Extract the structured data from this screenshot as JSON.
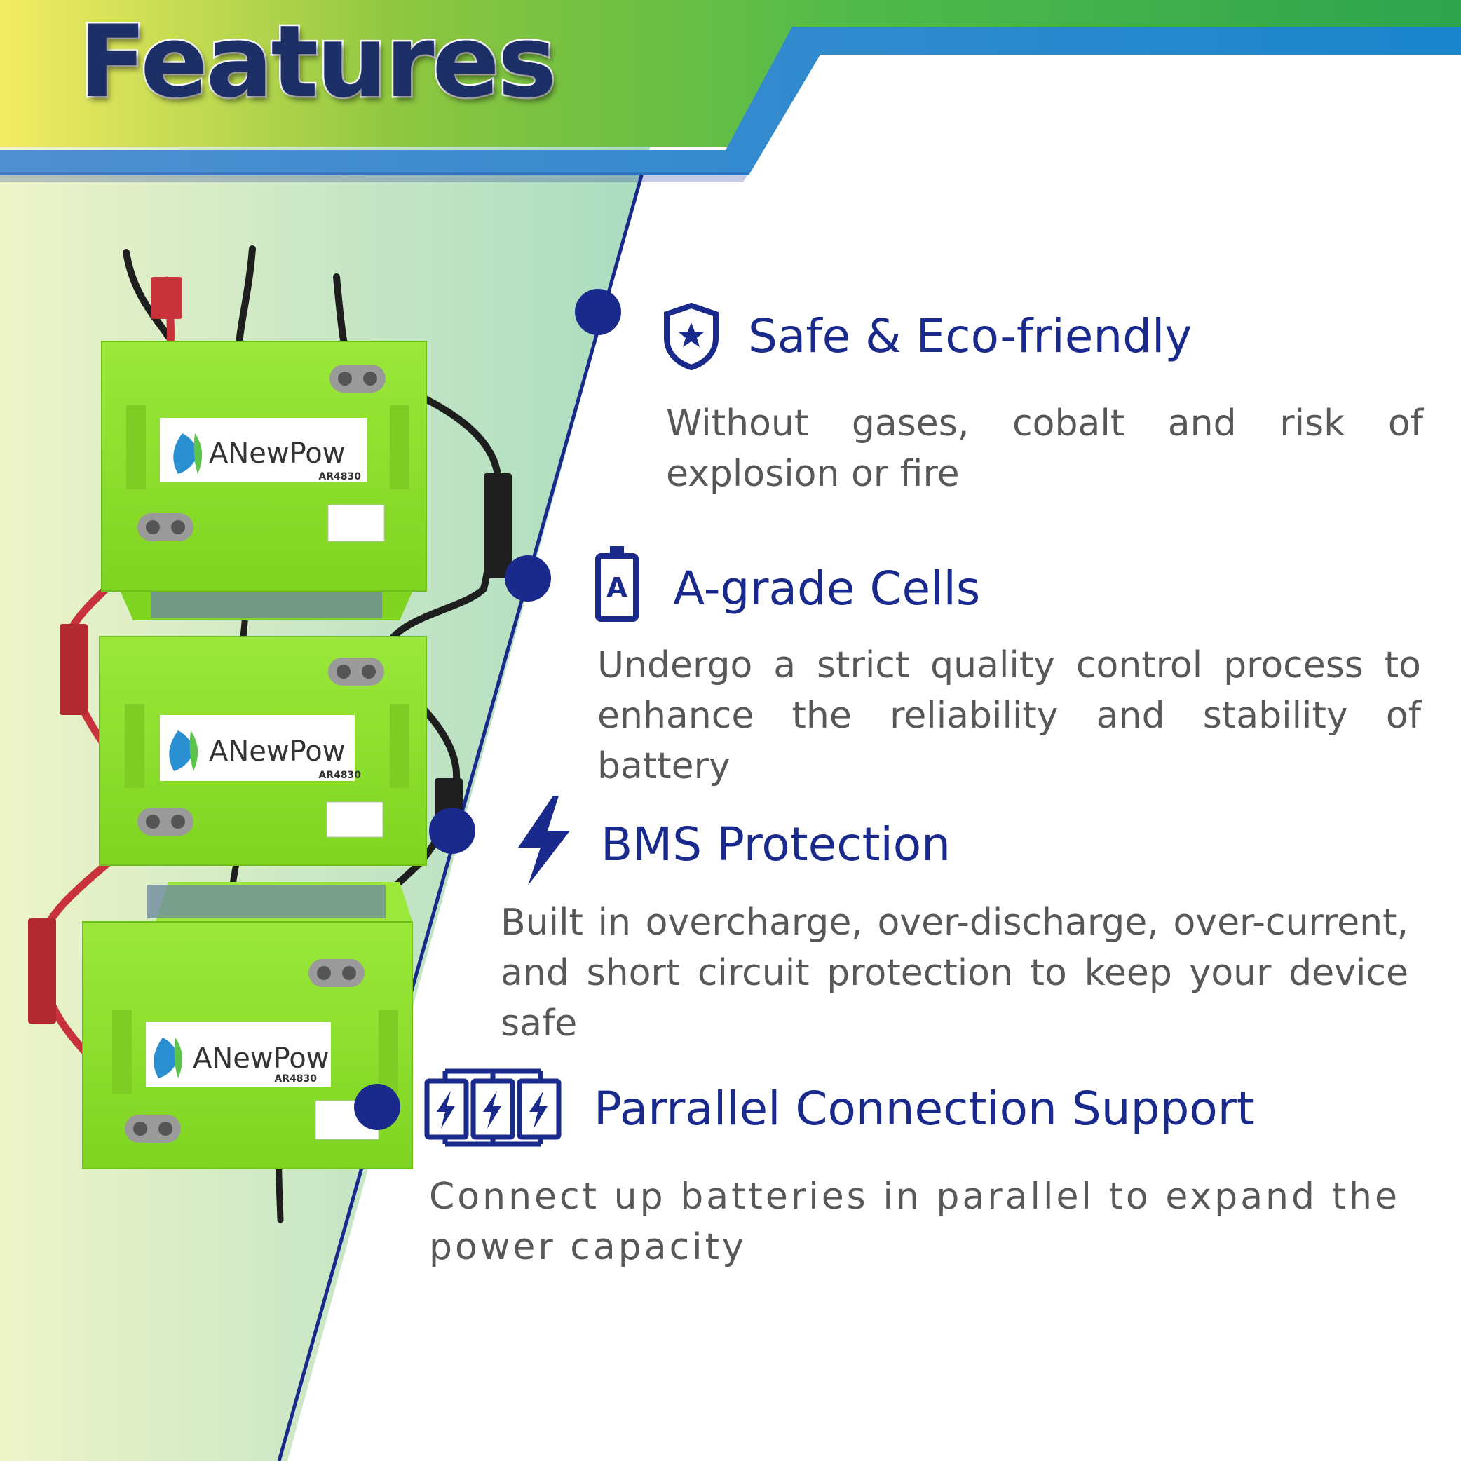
{
  "header": {
    "title": "Features"
  },
  "product": {
    "brand": "ANewPow",
    "model": "AR4830"
  },
  "features": [
    {
      "icon": "shield-star-icon",
      "title": "Safe & Eco-friendly",
      "description": "Without gases, cobalt and risk of explosion or fire"
    },
    {
      "icon": "battery-a-icon",
      "title": "A-grade Cells",
      "description": "Undergo a strict quality control process to enhance the reliability and stability of battery"
    },
    {
      "icon": "lightning-bolt-icon",
      "title": "BMS Protection",
      "description": "Built in overcharge, over-discharge, over-current, and short circuit protection to keep your device safe"
    },
    {
      "icon": "parallel-batteries-icon",
      "title": "Parrallel Connection Support",
      "description": "Connect up batteries in parallel to expand the power capacity"
    }
  ],
  "colors": {
    "title_fill": "#1d2f67",
    "accent_navy": "#1a2a8c",
    "banner_blue": "#1f86c9",
    "banner_green": "#4fb94a",
    "banner_yellow": "#f3ec63",
    "battery_green": "#8de229",
    "cable_red": "#c8323a",
    "description_gray": "#58585a"
  }
}
